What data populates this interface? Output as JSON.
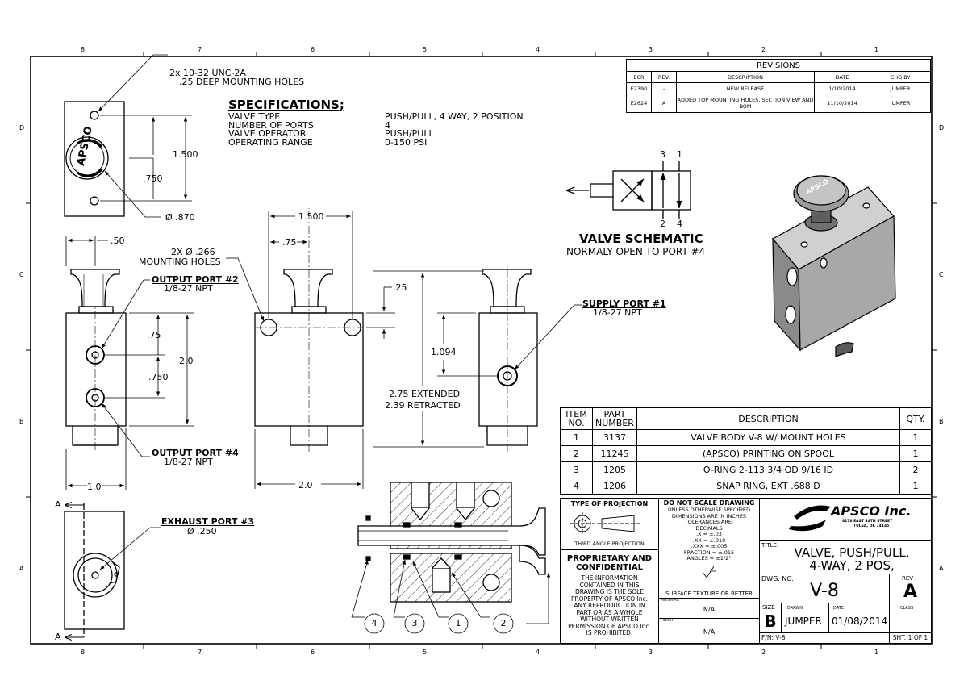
{
  "frame": {
    "zones_top": [
      "8",
      "7",
      "6",
      "5",
      "4",
      "3",
      "2",
      "1"
    ],
    "zones_bottom": [
      "8",
      "7",
      "6",
      "5",
      "4",
      "3",
      "2",
      "1"
    ],
    "zones_side": [
      "D",
      "C",
      "B",
      "A"
    ]
  },
  "notes": {
    "mount_holes_1": "2x 10-32 UNC-2A",
    "mount_holes_2": ".25 DEEP MOUNTING HOLES",
    "side_holes_1": "2X Ø .266",
    "side_holes_2": "MOUNTING HOLES"
  },
  "specifications": {
    "heading": "SPECIFICATIONS;",
    "rows": [
      {
        "label": "VALVE TYPE",
        "value": "PUSH/PULL, 4 WAY, 2 POSITION"
      },
      {
        "label": "NUMBER OF PORTS",
        "value": "4"
      },
      {
        "label": "VALVE OPERATOR",
        "value": "PUSH/PULL"
      },
      {
        "label": "OPERATING RANGE",
        "value": "0-150 PSI"
      }
    ]
  },
  "dimensions": {
    "top_height": "1.500",
    "top_hole_spacing": ".750",
    "top_dia": "Ø .870",
    "front_offset": ".50",
    "front_port_spacing": ".75",
    "front_port_offset": ".750",
    "front_height": "2.0",
    "front_width": "1.0",
    "side_hole_spacing": "1.500",
    "side_hole_offset": ".75",
    "side_top": ".25",
    "side_width": "2.0",
    "right_port_height": "1.094",
    "length_extended": "2.75 EXTENDED",
    "length_retracted": "2.39 RETRACTED"
  },
  "ports": {
    "output2_title": "OUTPUT PORT #2",
    "output2_size": "1/8-27 NPT",
    "output4_title": "OUTPUT PORT #4",
    "output4_size": "1/8-27 NPT",
    "supply1_title": "SUPPLY PORT #1",
    "supply1_size": "1/8-27 NPT",
    "exhaust3_title": "EXHAUST PORT #3",
    "exhaust3_size": "Ø .250"
  },
  "section_marks": {
    "a_top": "A",
    "a_bottom": "A"
  },
  "balloons": [
    "4",
    "3",
    "1",
    "2"
  ],
  "schematic": {
    "title": "VALVE SCHEMATIC",
    "subtitle": "NORMALY OPEN TO PORT #4",
    "port_top_left": "3",
    "port_top_right": "1",
    "port_bottom_left": "2",
    "port_bottom_right": "4"
  },
  "isometric": {
    "cap_text": "APSCO"
  },
  "top_view": {
    "cap_text": "APSCO"
  },
  "revisions": {
    "title": "REVISIONS",
    "headers": [
      "ECR",
      "REV.",
      "DESCRIPTION",
      "DATE",
      "CHG BY"
    ],
    "rows": [
      [
        "E2390",
        "-",
        "NEW RELEASE",
        "1/10/2014",
        "JUMPER"
      ],
      [
        "E2624",
        "A",
        "ADDED TOP MOUNTING HOLES, SECTION VIEW AND BOM",
        "11/10/2014",
        "JUMPER"
      ]
    ]
  },
  "bom": {
    "headers": [
      "ITEM NO.",
      "PART NUMBER",
      "DESCRIPTION",
      "QTY."
    ],
    "rows": [
      [
        "1",
        "3137",
        "VALVE BODY V-8 W/ MOUNT HOLES",
        "1"
      ],
      [
        "2",
        "1124S",
        "(APSCO) PRINTING ON SPOOL",
        "1"
      ],
      [
        "3",
        "1205",
        "O-RING 2-113 3/4 OD 9/16 ID",
        "2"
      ],
      [
        "4",
        "1206",
        "SNAP RING, EXT .688 D",
        "1"
      ]
    ]
  },
  "title_block": {
    "projection_title": "TYPE OF PROJECTION",
    "projection_label": "THIRD ANGLE PROJECTION",
    "proprietary_title_1": "PROPRIETARY AND",
    "proprietary_title_2": "CONFIDENTIAL",
    "proprietary_lines": [
      "THE INFORMATION",
      "CONTAINED IN THIS",
      "DRAWING IS THE SOLE",
      "PROPERTY OF APSCO Inc.",
      "ANY REPRODUCTION IN",
      "PART OR AS A WHOLE",
      "WITHOUT WRITTEN",
      "PERMISSION OF APSCO Inc.",
      "IS PROHIBITED."
    ],
    "noscale_title": "DO NOT SCALE DRAWING",
    "tolerance_lines": [
      "UNLESS OTHERWISE SPECIFIED",
      "DIMENSIONS ARE IN INCHES",
      "TOLERANCES ARE:",
      "DECIMALS",
      ".X    =  ±.03",
      ".XX   =  ±.010",
      ".XXX  =  ±.005",
      "FRACTION = ±.015",
      "ANGLES  =  ±1/2°"
    ],
    "surface_texture": "SURFACE TEXTURE OR BETTER",
    "material_label": "MATERIAL",
    "material_value": "N/A",
    "finish_label": "FINISH",
    "finish_value": "N/A",
    "company_name": "APSCO Inc.",
    "company_addr_1": "8178 EAST 44TH STREET",
    "company_addr_2": "TULSA, OK 74145",
    "title_label": "TITLE:",
    "title_line_1": "VALVE, PUSH/PULL,",
    "title_line_2": "4-WAY, 2 POS,",
    "dwg_label": "DWG. NO.",
    "dwg_value": "V-8",
    "rev_label": "REV",
    "rev_value": "A",
    "size_label": "SIZE",
    "size_value": "B",
    "drawn_label": "DRAWN",
    "drawn_value": "JUMPER",
    "date_label": "DATE",
    "date_value": "01/08/2014",
    "class_label": "CLASS",
    "pn_value": "F/N: V-8",
    "sheet_value": "SHT. 1 OF 1"
  }
}
